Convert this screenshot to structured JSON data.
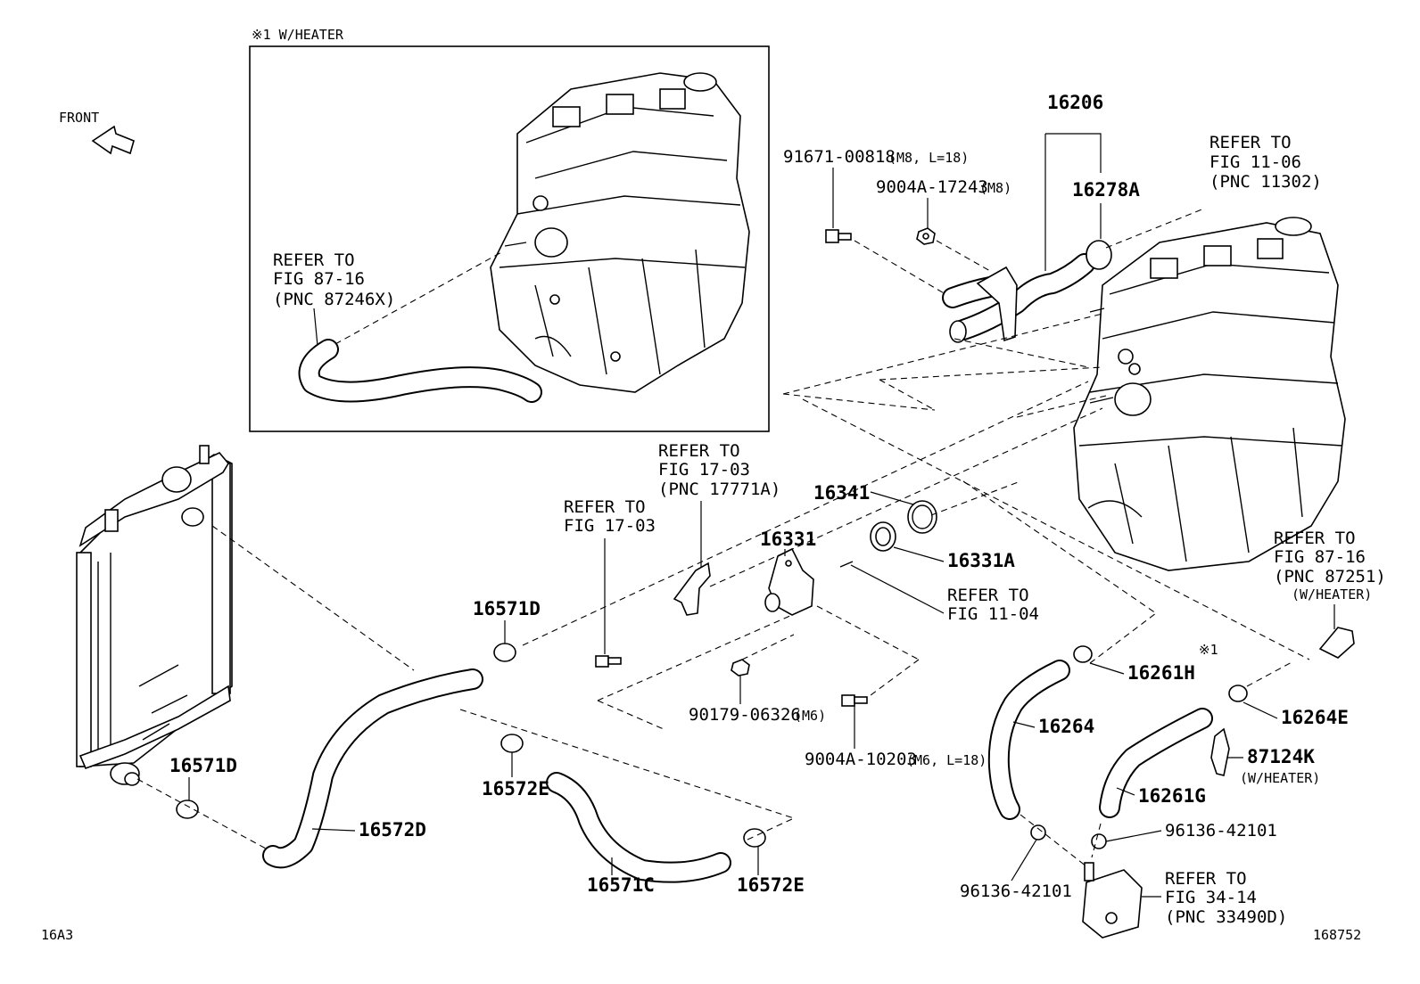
{
  "inset": {
    "title": "※1 W/HEATER",
    "refer": [
      "REFER TO",
      "FIG 87-16",
      "(PNC 87246X)"
    ]
  },
  "front": "FRONT",
  "labels": {
    "p16206": "16206",
    "p16278A": "16278A",
    "p91671": "91671-00818",
    "p91671_note": "(M8, L=18)",
    "p9004A_17243": "9004A-17243",
    "p9004A_17243_note": "(M8)",
    "p16341": "16341",
    "p16331": "16331",
    "p16331A": "16331A",
    "p16571D_top": "16571D",
    "p16571D_bot": "16571D",
    "p16572D": "16572D",
    "p16572E_a": "16572E",
    "p16572E_b": "16572E",
    "p16571C": "16571C",
    "p90179": "90179-06326",
    "p90179_note": "(M6)",
    "p9004A_10203": "9004A-10203",
    "p9004A_10203_note": "(M6, L=18)",
    "p16261H": "16261H",
    "p16264": "16264",
    "p16264E": "16264E",
    "p87124K": "87124K",
    "p87124K_note": "(W/HEATER)",
    "p16261G": "16261G",
    "p96136_a": "96136-42101",
    "p96136_b": "96136-42101",
    "mark1": "※1"
  },
  "refers": {
    "fig1106": [
      "REFER TO",
      "FIG 11-06",
      "(PNC 11302)"
    ],
    "fig1703a": [
      "REFER TO",
      "FIG 17-03",
      "(PNC 17771A)"
    ],
    "fig1703b": [
      "REFER TO",
      "FIG 17-03"
    ],
    "fig1104": [
      "REFER TO",
      "FIG 11-04"
    ],
    "fig8716": [
      "REFER TO",
      "FIG 87-16",
      "(PNC 87251)",
      "(W/HEATER)"
    ],
    "fig3414": [
      "REFER TO",
      "FIG 34-14",
      "(PNC 33490D)"
    ]
  },
  "codes": {
    "left": "16A3",
    "right": "168752"
  }
}
